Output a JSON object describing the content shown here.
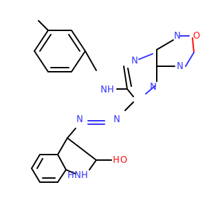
{
  "molecule": {
    "colors": {
      "carbon": "#000000",
      "nitrogen": "#3333ff",
      "oxygen": "#ff0d0d",
      "background": "#ffffff"
    },
    "labels": {
      "n_pyrazine_top": "N",
      "n_furazan_top": "N",
      "o_furazan": "O",
      "n_furazan_bottom": "N",
      "n_pyrazine_bottom": "N",
      "nh_amine": "NH",
      "n_azo_right": "N",
      "n_azo_left": "N",
      "nh_indole": "NH",
      "h_indole": "H",
      "o_hydroxyl": "O",
      "h_hydroxyl": "H"
    }
  }
}
